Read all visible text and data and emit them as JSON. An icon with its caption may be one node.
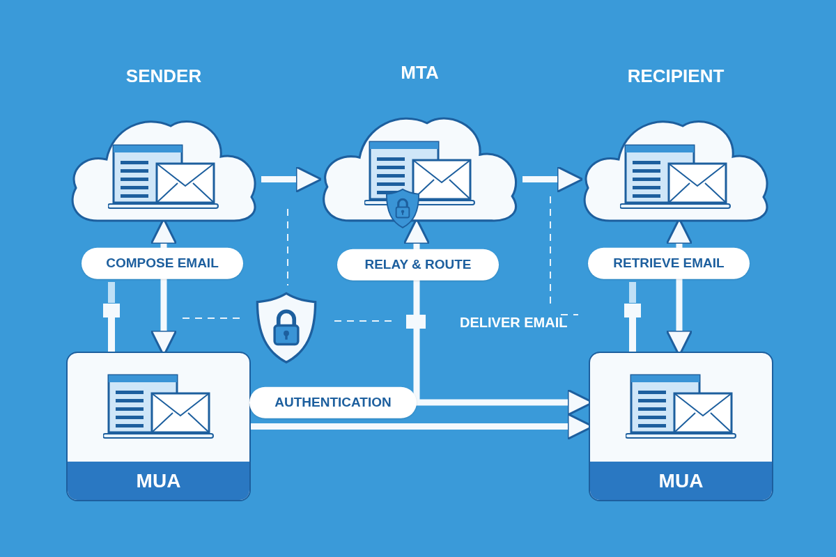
{
  "diagram": {
    "nodes": [
      {
        "text": [
          "SENDER"
        ]
      },
      {
        "text": [
          "MTA"
        ]
      },
      {
        "text": [
          "RECIPIENT"
        ]
      },
      {
        "text": [
          "MUA"
        ]
      },
      {
        "text": [
          "MUA"
        ]
      }
    ],
    "edges": [
      {
        "from": 0,
        "to": 1,
        "arrow": "to"
      },
      {
        "from": 1,
        "to": 2,
        "arrow": "to"
      },
      {
        "from": 0,
        "to": 3,
        "arrow": "both",
        "label": "COMPOSE EMAIL"
      },
      {
        "from": 3,
        "to": 4,
        "arrow": "to",
        "label": "AUTHENTICATION"
      },
      {
        "from": 1,
        "to": 4,
        "arrow": "both",
        "label": "RELAY & ROUTE"
      },
      {
        "from": 2,
        "to": 4,
        "arrow": "both",
        "label": "RETRIEVE EMAIL"
      }
    ],
    "labels": [
      "DELIVER EMAIL"
    ]
  }
}
